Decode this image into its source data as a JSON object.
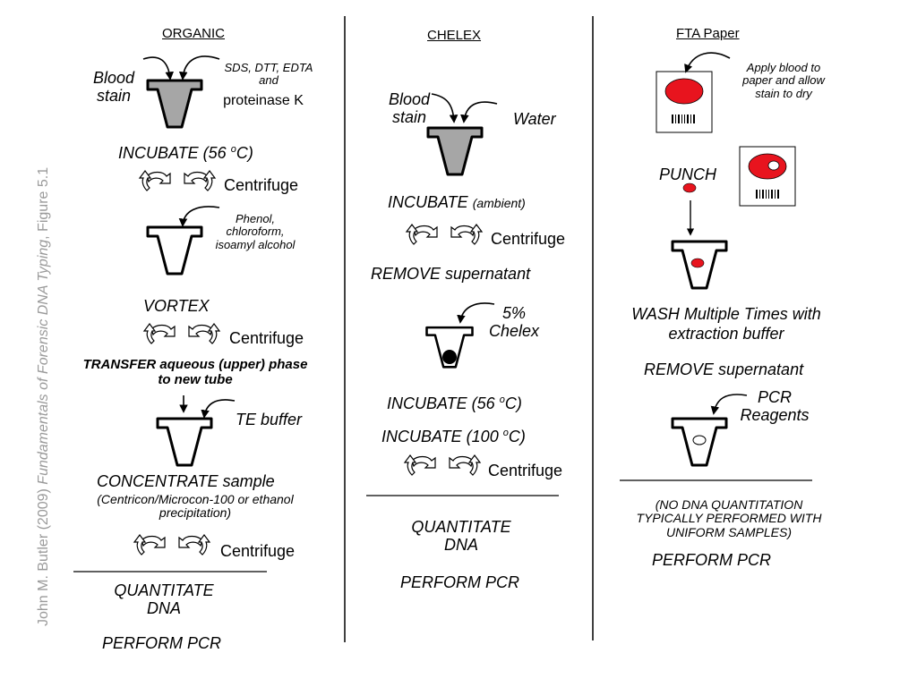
{
  "credit": {
    "author": "John M. Butler (2009) ",
    "book": "Fundamentals of Forensic DNA Typing",
    "figure": ", Figure 5.1"
  },
  "organic": {
    "title": "ORGANIC",
    "blood": "Blood",
    "stain": "stain",
    "reagents1": "SDS, DTT, EDTA",
    "reagents2": "and",
    "reagents3": "proteinase K",
    "incubate": "INCUBATE (56 ",
    "deg": "o",
    "incubate_end": "C)",
    "centrifuge1": "Centrifuge",
    "phenol1": "Phenol,",
    "phenol2": "chloroform,",
    "phenol3": "isoamyl alcohol",
    "vortex": "VORTEX",
    "centrifuge2": "Centrifuge",
    "transfer1": "TRANSFER aqueous (upper) phase",
    "transfer2": "to new tube",
    "te_buffer": "TE buffer",
    "concentrate": "CONCENTRATE sample",
    "centricon1": "(Centricon/Microcon-100 or ethanol",
    "centricon2": "precipitation)",
    "centrifuge3": "Centrifuge",
    "quantitate1": "QUANTITATE",
    "quantitate2": "DNA",
    "pcr": "PERFORM PCR"
  },
  "chelex": {
    "title": "CHELEX",
    "blood": "Blood",
    "stain": "stain",
    "water": "Water",
    "incubate": "INCUBATE ",
    "ambient": "(ambient)",
    "centrifuge1": "Centrifuge",
    "remove": "REMOVE supernatant",
    "pct": "5%",
    "chelex_label": "Chelex",
    "incubate56": "INCUBATE (56 ",
    "deg1": "o",
    "incubate56_end": "C)",
    "incubate100": "INCUBATE (100 ",
    "deg2": "o",
    "incubate100_end": "C)",
    "centrifuge2": "Centrifuge",
    "quantitate1": "QUANTITATE",
    "quantitate2": "DNA",
    "pcr": "PERFORM PCR"
  },
  "fta": {
    "title": "FTA Paper",
    "apply1": "Apply blood to",
    "apply2": "paper and allow",
    "apply3": "stain to dry",
    "punch": "PUNCH",
    "wash1": "WASH Multiple Times with",
    "wash2": "extraction buffer",
    "remove": "REMOVE supernatant",
    "pcr_reagents1": "PCR",
    "pcr_reagents2": "Reagents",
    "no_dna1": "(NO DNA QUANTITATION",
    "no_dna2": "TYPICALLY PERFORMED WITH",
    "no_dna3": "UNIFORM SAMPLES)",
    "pcr": "PERFORM PCR"
  },
  "colors": {
    "stain_fill": "#a6a6a6",
    "blood_red": "#e8141e",
    "credit_gray": "#9a9a9a"
  },
  "icons": [
    "tube-icon",
    "centrifuge-icon",
    "arrow-icon",
    "fta-card-icon",
    "barcode-icon"
  ]
}
